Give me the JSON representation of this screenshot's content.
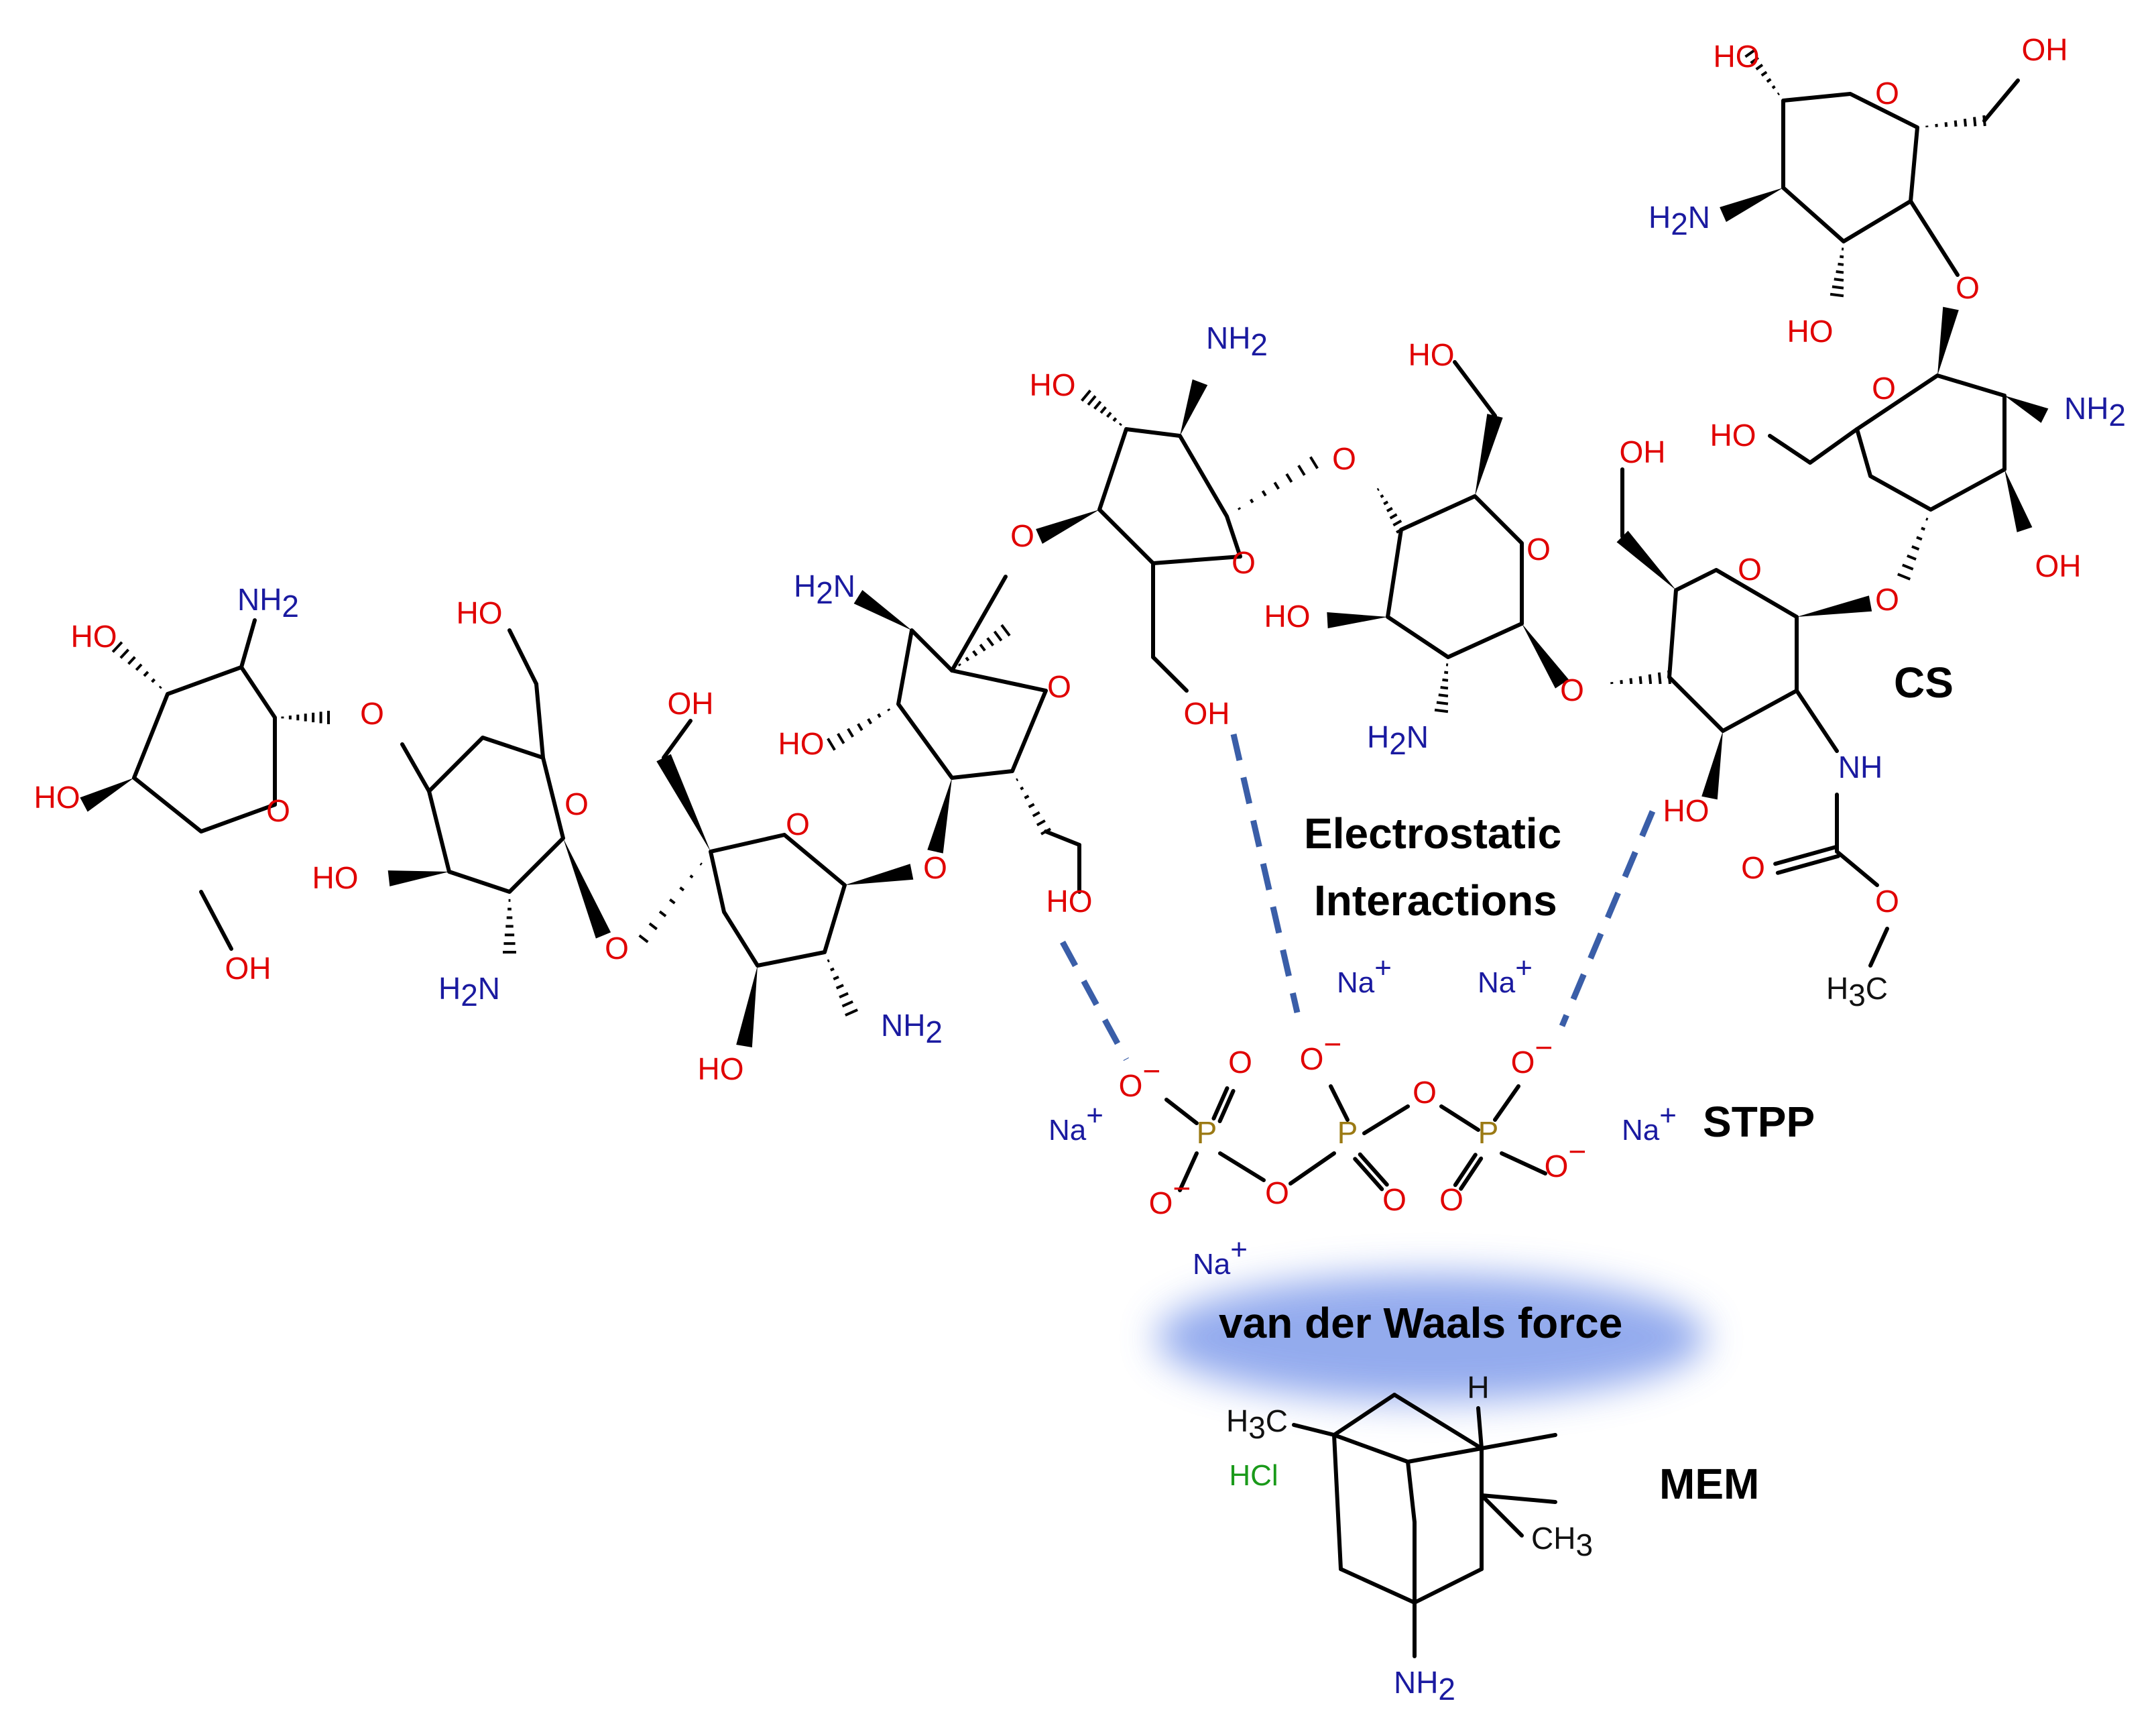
{
  "molecules": {
    "cs": {
      "label": "CS"
    },
    "stpp": {
      "label": "STPP"
    },
    "mem": {
      "label": "MEM"
    }
  },
  "interactions": {
    "electrostatic": {
      "line1": "Electrostatic",
      "line2": "Interactions"
    },
    "vdw": {
      "label": "van der Waals force"
    }
  },
  "atoms": {
    "o": "O",
    "oh": "OH",
    "ho": "HO",
    "nh": "NH",
    "p": "P",
    "h": "H",
    "hcl": "HCl",
    "na": "Na",
    "plus": "+",
    "minus": "−",
    "n": "N",
    "nh_h": "H",
    "c": "C",
    "sub2": "2",
    "sub3": "3"
  },
  "colors": {
    "oxygen": "#e00000",
    "nitrogen": "#1a1aa0",
    "phosphorus": "#9b7a14",
    "chlorine": "#1a9a1a",
    "interaction_line": "#3a5ea8",
    "glow": "#6f8fe8"
  }
}
